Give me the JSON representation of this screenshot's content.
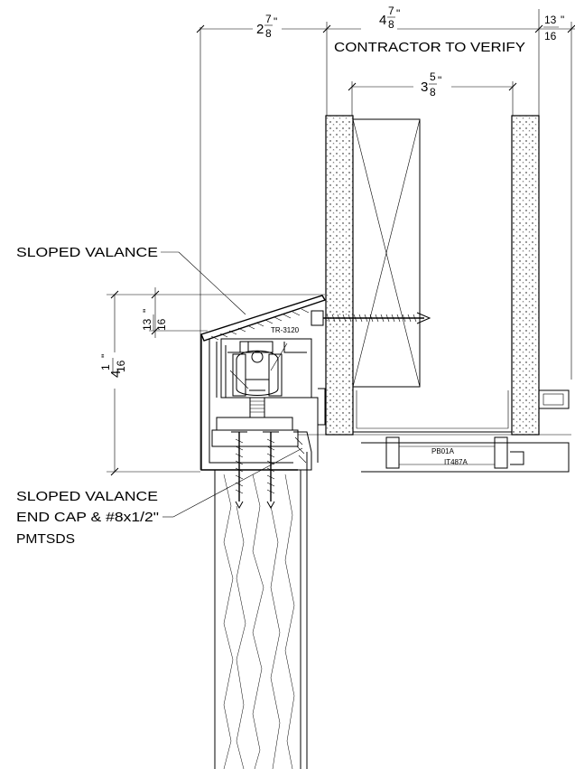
{
  "dimensions": {
    "top_left": {
      "whole": "2",
      "num": "7",
      "den": "8",
      "unit": "\""
    },
    "top_mid": {
      "whole": "4",
      "num": "7",
      "den": "8",
      "unit": "\""
    },
    "top_right": {
      "num": "13",
      "den": "16",
      "unit": "\""
    },
    "inner": {
      "whole": "3",
      "num": "5",
      "den": "8",
      "unit": "\""
    },
    "valance_offset": {
      "num": "13",
      "den": "16",
      "unit": "\""
    },
    "height": {
      "whole": "4",
      "num": "1",
      "den": "16",
      "unit": "\""
    }
  },
  "notes": {
    "contractor": "CONTRACTOR TO VERIFY",
    "sloped_valance": "SLOPED VALANCE",
    "end_cap_line1": "SLOPED VALANCE",
    "end_cap_line2": "END CAP & #8x1/2\"",
    "end_cap_line3": "PMTSDS"
  },
  "part_tags": {
    "track": "TR-3120",
    "bracket_top": "PB01A",
    "bracket_bottom": "IT487A"
  }
}
